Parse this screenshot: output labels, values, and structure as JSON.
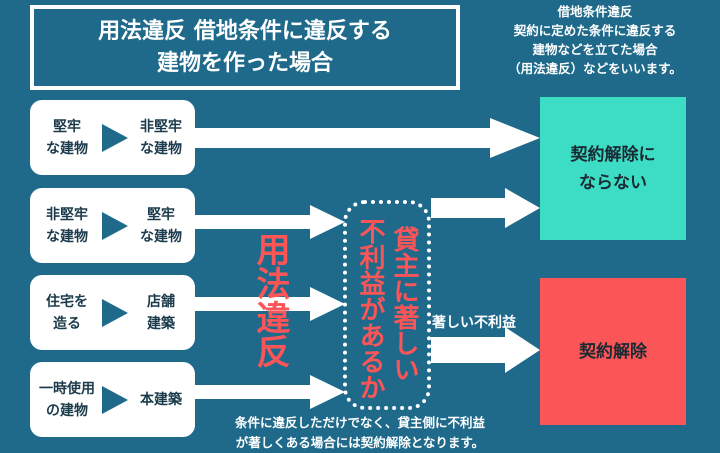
{
  "title": {
    "line1": "用法違反 借地条件に違反する",
    "line2": "建物を作った場合"
  },
  "note": [
    "借地条件違反",
    "契約に定めた条件に違反する",
    "建物などを立てた場合",
    "（用法違反）などをいいます。"
  ],
  "cases": [
    {
      "from": "堅牢\nな建物",
      "to": "非堅牢\nな建物"
    },
    {
      "from": "非堅牢\nな建物",
      "to": "堅牢\nな建物"
    },
    {
      "from": "住宅を\n造る",
      "to": "店舗\n建築"
    },
    {
      "from": "一時使用\nの建物",
      "to": "本建築"
    }
  ],
  "youho": "用法違反",
  "question": {
    "col1": "貸主に著しい",
    "col2": "不利益があるか"
  },
  "arrow_label": "著しい不利益",
  "result_no": "契約解除に\nならない",
  "result_yes": "契約解除",
  "footer": {
    "line1": "条件に違反しただけでなく、貸主側に不利益",
    "line2": "が著しくある場合には契約解除となります。"
  },
  "colors": {
    "background": "#1f6a8b",
    "green": "#3ddcc5",
    "red": "#fc5558"
  }
}
